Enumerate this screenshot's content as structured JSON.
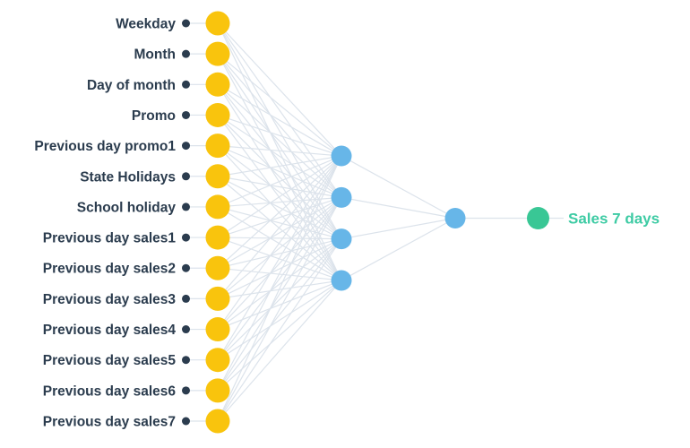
{
  "diagram": {
    "type": "neural-network",
    "input_layer": {
      "labels": [
        "Weekday",
        "Month",
        "Day of month",
        "Promo",
        "Previous day promo1",
        "State Holidays",
        "School holiday",
        "Previous day sales1",
        "Previous day sales2",
        "Previous day sales3",
        "Previous day sales4",
        "Previous day sales5",
        "Previous day sales6",
        "Previous day sales7"
      ]
    },
    "hidden_layer_1": {
      "node_count": 4
    },
    "hidden_layer_2": {
      "node_count": 1
    },
    "output_layer": {
      "node_count": 1,
      "label": "Sales 7 days"
    },
    "colors": {
      "input_node": "#F9C40D",
      "hidden_node": "#67B6E8",
      "output_node": "#39C795",
      "input_label_text": "#2B3C4E",
      "output_label_text": "#3ECBA4",
      "label_dot": "#2B3C4E",
      "edge": "#DCE3EB",
      "background": "#FFFFFF"
    }
  }
}
